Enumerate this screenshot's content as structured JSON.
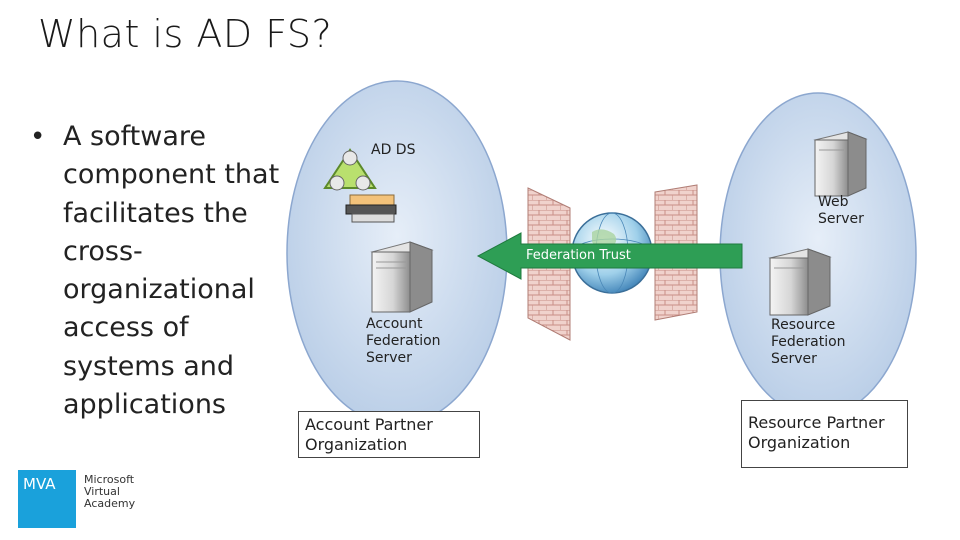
{
  "slide": {
    "title": "What is AD FS?",
    "bullet": "A software component that facilitates the cross-organizational access of systems and applications"
  },
  "diagram": {
    "ad_ds_label": "AD DS",
    "web_server_label": "Web\nServer",
    "federation_trust_label": "Federation Trust",
    "account_server_label": "Account\nFederation\nServer",
    "resource_server_label": "Resource\nFederation\nServer",
    "account_org_label": "Account Partner\nOrganization",
    "resource_org_label": "Resource Partner\nOrganization"
  },
  "logo": {
    "mva_text": "MVA",
    "microsoft_text": "Microsoft\nVirtual\nAcademy"
  },
  "colors": {
    "ellipse_fill": "#c9d9ee",
    "arrow_green": "#2e9e55",
    "mva_blue": "#1aa1db"
  }
}
